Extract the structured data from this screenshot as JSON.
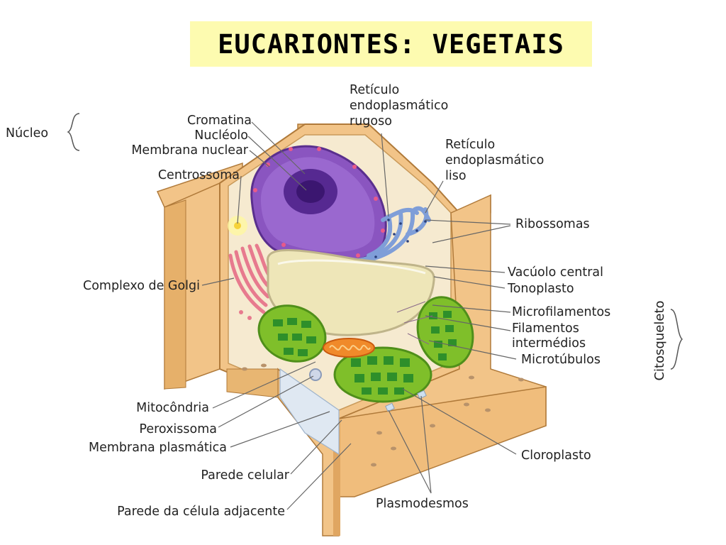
{
  "title": "EUCARIONTES: VEGETAIS",
  "group_labels": {
    "nucleo": "Núcleo",
    "citosqueleto": "Citosqueleto"
  },
  "labels": {
    "cromatina": "Cromatina",
    "nucleolo": "Nucléolo",
    "membrana_nuclear": "Membrana nuclear",
    "centrossoma": "Centrossoma",
    "complexo_golgi": "Complexo de Golgi",
    "mitocondria": "Mitocôndria",
    "peroxissoma": "Peroxissoma",
    "membrana_plasmatica": "Membrana plasmática",
    "parede_celular": "Parede celular",
    "parede_adjacente": "Parede da célula adjacente",
    "rer_1": "Retículo",
    "rer_2": "endoplasmático",
    "rer_3": "rugoso",
    "rel_1": "Retículo",
    "rel_2": "endoplasmático",
    "rel_3": "liso",
    "ribossomas": "Ribossomas",
    "vacuolo": "Vacúolo central",
    "tonoplasto": "Tonoplasto",
    "microfilamentos": "Microfilamentos",
    "filamentos_1": "Filamentos",
    "filamentos_2": "intermédios",
    "microtubulos": "Microtúbulos",
    "cloroplasto": "Cloroplasto",
    "plasmodesmos": "Plasmodesmos"
  },
  "colors": {
    "title_bg": "#fdfbb0",
    "wall": "#f2c488",
    "wall_dark": "#d9a05e",
    "cytoplasm": "#f6ead0",
    "nucleus": "#8a55c0",
    "nucleolus": "#4a1f86",
    "vacuole": "#eee6b8",
    "er": "#7f9ed8",
    "golgi": "#e77a8e",
    "chloroplast": "#7fbf2a",
    "thylakoid": "#2e8f2a",
    "mitochondria": "#f08a2a"
  }
}
